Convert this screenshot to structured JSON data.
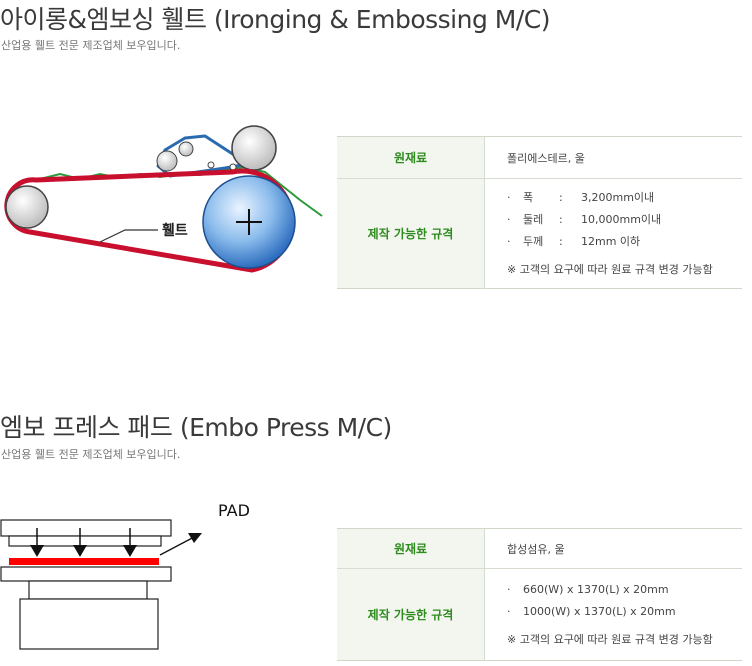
{
  "sections": [
    {
      "title": "아이롱&엠보싱 휄트 (Ironging & Embossing M/C)",
      "subtitle": "산업용 휄트 전문 제조업체 보우입니다.",
      "diagram_label": "휄트",
      "specs": {
        "material_label": "원재료",
        "material_value": "폴리에스테르, 울",
        "size_label": "제작 가능한 규격",
        "items": [
          {
            "label": "폭",
            "value": "3,200mm이내"
          },
          {
            "label": "둘레",
            "value": "10,000mm이내"
          },
          {
            "label": "두께",
            "value": "12mm 이하"
          }
        ],
        "note": "※ 고객의 요구에 따라 원료 규격 변경 가능함"
      }
    },
    {
      "title": "엠보 프레스 패드 (Embo Press M/C)",
      "subtitle": "산업용 휄트 전문 제조업체 보우입니다.",
      "diagram_label": "PAD",
      "specs": {
        "material_label": "원재료",
        "material_value": "합성섬유, 울",
        "size_label": "제작 가능한 규격",
        "items": [
          {
            "value": "660(W) x 1370(L) x 20mm"
          },
          {
            "value": "1000(W) x 1370(L) x 20mm"
          }
        ],
        "note": "※ 고객의 요구에 따라 원료 규격 변경 가능함"
      }
    }
  ],
  "colors": {
    "accent_green": "#2e8b1e",
    "belt_red": "#c8102e",
    "roller_blue": "#4a90d9",
    "pad_red": "#ff0000"
  }
}
